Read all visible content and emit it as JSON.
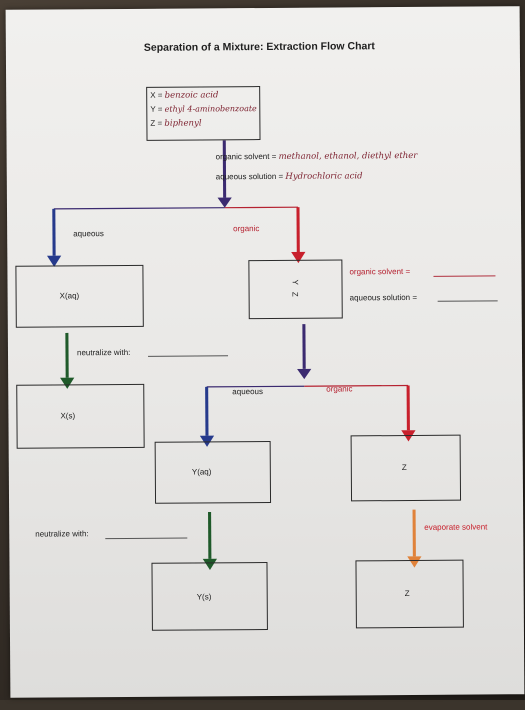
{
  "title": "Separation of a Mixture: Extraction Flow Chart",
  "start_box": {
    "x_label": "X = ",
    "x_answer": "benzoic acid",
    "y_label": "Y = ",
    "y_answer": "ethyl 4-aminobenzoate",
    "z_label": "Z = ",
    "z_answer": "biphenyl"
  },
  "reagents_1": {
    "organic_label": "organic solvent = ",
    "organic_answer": "methanol, ethanol, diethyl ether",
    "aqueous_label": "aqueous solution = ",
    "aqueous_answer": "Hydrochloric acid"
  },
  "branch_1": {
    "left": "aqueous",
    "right": "organic"
  },
  "box_xaq": "X(aq)",
  "box_yz": {
    "y": "Y",
    "z": "Z"
  },
  "reagents_2": {
    "organic_label": "organic solvent = ",
    "aqueous_label": "aqueous solution = "
  },
  "neutralize_1": "neutralize with:",
  "branch_2": {
    "left": "aqueous",
    "right": "organic"
  },
  "box_xs": "X(s)",
  "box_yaq": "Y(aq)",
  "box_z1": "Z",
  "neutralize_2": "neutralize with:",
  "evaporate": "evaporate solvent",
  "box_ys": "Y(s)",
  "box_z2": "Z",
  "colors": {
    "purple": "#3b2a70",
    "red": "#c8202c",
    "blue": "#263a8c",
    "green": "#1f5a2a",
    "orange": "#e0823a",
    "ink": "#7d2230"
  }
}
